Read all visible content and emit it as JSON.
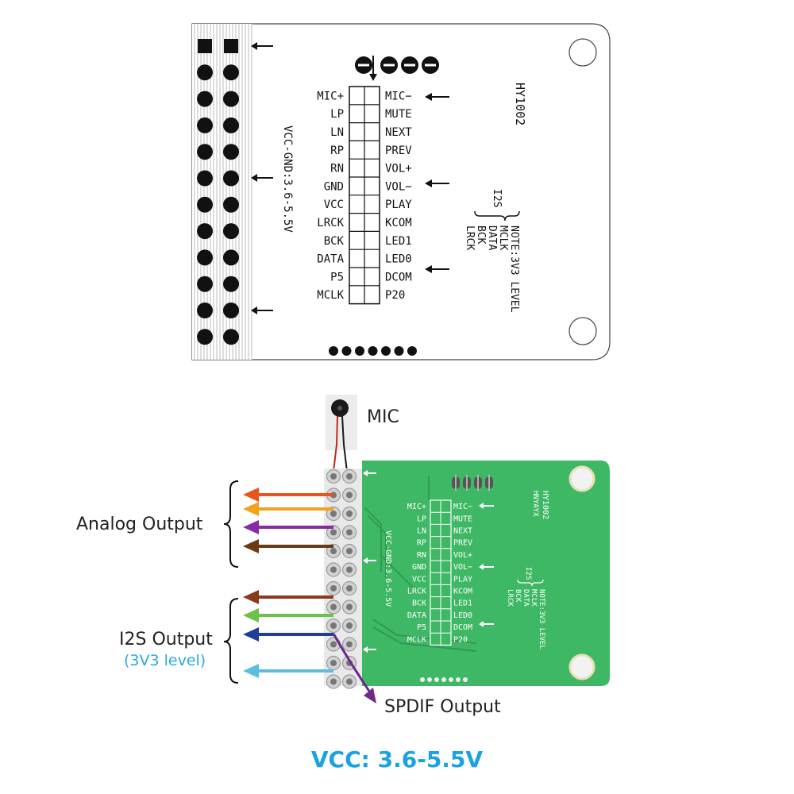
{
  "left_pins": [
    "MIC+",
    "LP",
    "LN",
    "RP",
    "RN",
    "GND",
    "VCC",
    "LRCK",
    "BCK",
    "DATA",
    "P5",
    "MCLK"
  ],
  "right_pins": [
    "MIC−",
    "MUTE",
    "NEXT",
    "PREV",
    "VOL+",
    "VOL−",
    "PLAY",
    "KCOM",
    "LED1",
    "LED0",
    "DCOM",
    "P20"
  ],
  "board": {
    "model": "HY1002",
    "model_sub": "HNYAYX",
    "side_text": "VCC-GND:3.6-5.5V",
    "i2s_tag": "I2S",
    "note_lines": [
      "NOTE:3V3 LEVEL",
      "MCLK",
      "DATA",
      "BCK",
      "LRCK"
    ]
  },
  "labels": {
    "mic": "MIC",
    "analog": "Analog Output",
    "i2s": "I2S Output",
    "i2s_level": "(3V3 level)",
    "spdif": "SPDIF Output",
    "vcc": "VCC: 3.6-5.5V"
  },
  "colors": {
    "board_green": "#3fb866",
    "board_green_dark": "#2f9a52",
    "vcc_blue": "#1aa3e0",
    "i2s_level_blue": "#2aa8e0",
    "analog_arrows": [
      "#e8551f",
      "#f3a21b",
      "#8a2aa0",
      "#6b3a14"
    ],
    "i2s_arrows": [
      "#8b3a1a",
      "#6cc14d",
      "#1f3e9a",
      "#5bbde0"
    ],
    "spdif_arrow": "#6b2a8a"
  }
}
